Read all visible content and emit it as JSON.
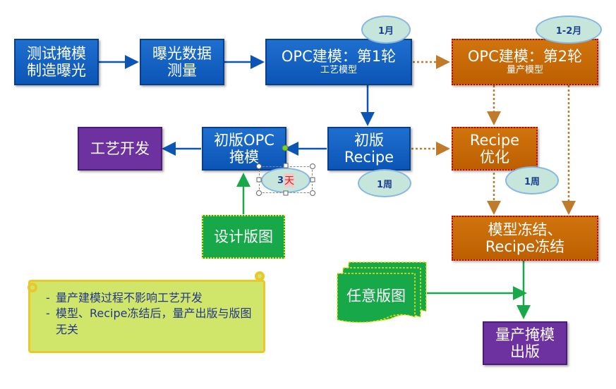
{
  "nodes": {
    "test_mask": "测试掩模\n制造曝光",
    "exposure_measure": "曝光数据\n测量",
    "opc_round1_title": "OPC建模：第1轮",
    "opc_round1_sub": "工艺模型",
    "opc_round2_title": "OPC建模：第2轮",
    "opc_round2_sub": "量产模型",
    "process_dev": "工艺开发",
    "initial_opc_mask": "初版OPC\n掩模",
    "initial_recipe": "初版\nRecipe",
    "recipe_opt": "Recipe\n优化",
    "design_layout": "设计版图",
    "model_freeze": "模型冻结、\nRecipe冻结",
    "arbitrary_layout": "任意版图",
    "production_mask": "量产掩模\n出版"
  },
  "badges": {
    "round1_time": "1月",
    "round2_time": "1-2月",
    "recipe_time": "1周",
    "opt_time": "1周",
    "mask_time_num": "3",
    "mask_time_unit": "天"
  },
  "note": {
    "line1": "量产建模过程不影响工艺开发",
    "line2_a": "模型、",
    "line2_b": "Recipe",
    "line2_c": "冻结后，量产出版与版图无关"
  },
  "colors": {
    "blue_box": "#0b55b6",
    "orange_box": "#bd5f00",
    "purple_box": "#6d31a0",
    "green_box": "#17a84a",
    "note_bg": "#cfe66a",
    "arrow_blue": "#0b55b6",
    "arrow_orange": "#c07a2a",
    "arrow_green": "#17a84a"
  }
}
